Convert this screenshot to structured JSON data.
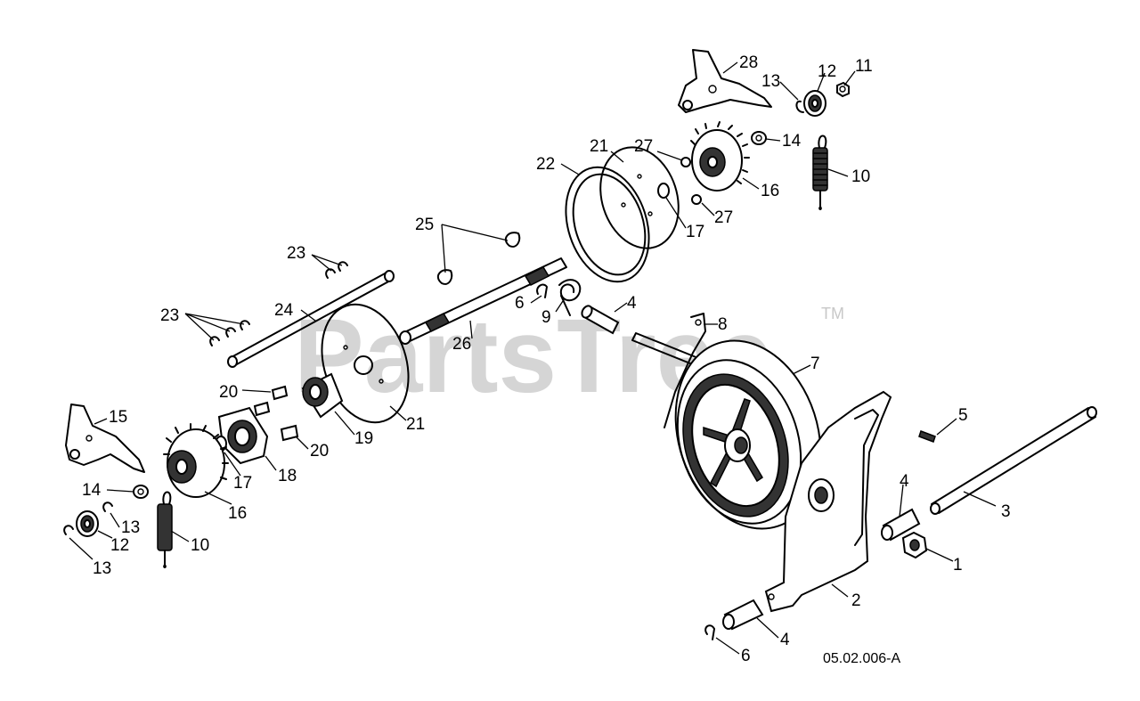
{
  "watermark": {
    "text": "PartsTree",
    "trademark": "TM"
  },
  "reference_code": "05.02.006-A",
  "callouts": [
    {
      "id": "c28",
      "text": "28"
    },
    {
      "id": "c13a",
      "text": "13"
    },
    {
      "id": "c12a",
      "text": "12"
    },
    {
      "id": "c11",
      "text": "11"
    },
    {
      "id": "c21a",
      "text": "21"
    },
    {
      "id": "c27a",
      "text": "27"
    },
    {
      "id": "c14a",
      "text": "14"
    },
    {
      "id": "c22",
      "text": "22"
    },
    {
      "id": "c10a",
      "text": "10"
    },
    {
      "id": "c16a",
      "text": "16"
    },
    {
      "id": "c17a",
      "text": "17"
    },
    {
      "id": "c27b",
      "text": "27"
    },
    {
      "id": "c25",
      "text": "25"
    },
    {
      "id": "c23a",
      "text": "23"
    },
    {
      "id": "c6a",
      "text": "6"
    },
    {
      "id": "c4a",
      "text": "4"
    },
    {
      "id": "c9",
      "text": "9"
    },
    {
      "id": "c24",
      "text": "24"
    },
    {
      "id": "c23b",
      "text": "23"
    },
    {
      "id": "c8",
      "text": "8"
    },
    {
      "id": "c26",
      "text": "26"
    },
    {
      "id": "c7",
      "text": "7"
    },
    {
      "id": "c20a",
      "text": "20"
    },
    {
      "id": "c21b",
      "text": "21"
    },
    {
      "id": "c19",
      "text": "19"
    },
    {
      "id": "c15",
      "text": "15"
    },
    {
      "id": "c20b",
      "text": "20"
    },
    {
      "id": "c5",
      "text": "5"
    },
    {
      "id": "c17b",
      "text": "17"
    },
    {
      "id": "c18",
      "text": "18"
    },
    {
      "id": "c14b",
      "text": "14"
    },
    {
      "id": "c4b",
      "text": "4"
    },
    {
      "id": "c16b",
      "text": "16"
    },
    {
      "id": "c3",
      "text": "3"
    },
    {
      "id": "c13b",
      "text": "13"
    },
    {
      "id": "c12b",
      "text": "12"
    },
    {
      "id": "c10b",
      "text": "10"
    },
    {
      "id": "c1",
      "text": "1"
    },
    {
      "id": "c13c",
      "text": "13"
    },
    {
      "id": "c2",
      "text": "2"
    },
    {
      "id": "c4c",
      "text": "4"
    },
    {
      "id": "c6b",
      "text": "6"
    }
  ]
}
